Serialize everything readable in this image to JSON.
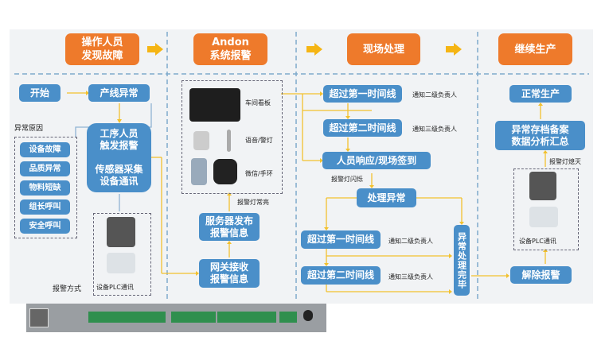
{
  "headers": [
    "操作人员\n发现故障",
    "Andon\n系统报警",
    "现场处理",
    "继续生产"
  ],
  "col1": {
    "start": "开始",
    "line_abnormal": "产线异常",
    "reason_label": "异常原因",
    "reasons": [
      "设备故障",
      "品质异常",
      "物料短缺",
      "组长呼叫",
      "安全呼叫"
    ],
    "trigger": "工序人员\n触发报警\n\n传感器采集\n设备通讯",
    "alarm_method": "报警方式",
    "plc": "设备PLC通讯"
  },
  "col2": {
    "devices": [
      "车间看板",
      "语音/警灯",
      "微信/手环"
    ],
    "lamp_on": "报警灯常亮",
    "server": "服务器发布\n报警信息",
    "gateway": "网关接收\n报警信息"
  },
  "col3": {
    "t1": "超过第一时间线",
    "n1": "通知二级负责人",
    "t2": "超过第二时间线",
    "n2": "通知三级负责人",
    "respond": "人员响应/现场签到",
    "lamp_flash": "报警灯闪烁",
    "handle": "处理异常",
    "t1b": "超过第一时间线",
    "n1b": "通知二级负责人",
    "t2b": "超过第二时间线",
    "n2b": "通知三级负责人",
    "done": "异常处理完毕"
  },
  "col4": {
    "normal": "正常生产",
    "archive": "异常存档备案\n数据分析汇总",
    "lamp_off": "报警灯熄灭",
    "plc": "设备PLC通讯",
    "release": "解除报警"
  }
}
